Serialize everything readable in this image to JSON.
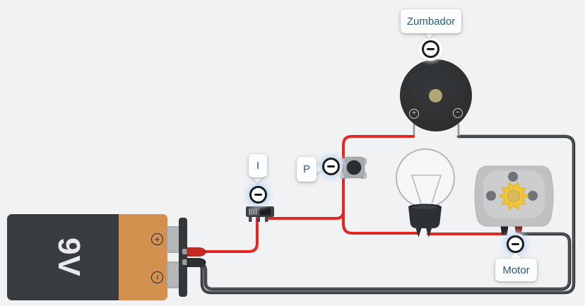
{
  "canvas": {
    "bg": "#f1f2f4"
  },
  "components": {
    "battery": {
      "label": "9V",
      "plus_symbol": "+",
      "minus_symbol": "−"
    },
    "slide_switch": {
      "label": "I"
    },
    "pushbutton": {
      "label": "P"
    },
    "buzzer": {
      "label": "Zumbador",
      "plus_symbol": "+",
      "minus_symbol": "−"
    },
    "motor": {
      "label": "Motor"
    }
  },
  "icons": {
    "annotation": "minus-circle-icon"
  },
  "colors": {
    "bg": "#f1f2f4",
    "wire_red": "#e32722",
    "wire_black": "#36393c",
    "wire_black_highlight": "#6b6f73",
    "lead_gray": "#96989b",
    "battery_body": "#393c3f",
    "battery_band": "#d2914e",
    "label_text": "#2b5a7b",
    "halo": "#d1e3f3",
    "icon_dark": "#1a1c1e",
    "motor_gear": "#f1c63c",
    "buzzer_body": "#2f3133"
  }
}
